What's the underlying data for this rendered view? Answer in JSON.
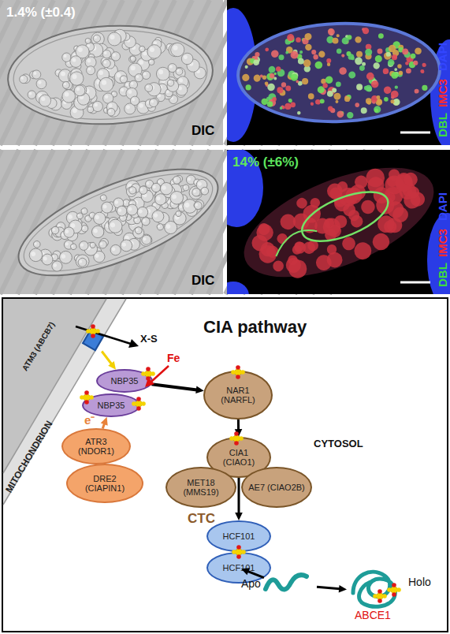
{
  "diagram": {
    "title": "CIA pathway",
    "nodes": [
      {
        "text": [
          "ATM3 (ABCB7)"
        ]
      },
      {
        "text": [
          "NBP35"
        ]
      },
      {
        "text": [
          "NBP35"
        ]
      },
      {
        "text": [
          "ATR3 (NDOR1)"
        ]
      },
      {
        "text": [
          "DRE2 (CIAPIN1)"
        ]
      },
      {
        "text": [
          "NAR1 (NARFL)"
        ]
      },
      {
        "text": [
          "CIA1 (CIAO1)"
        ]
      },
      {
        "text": [
          "MET18 (MMS19)"
        ]
      },
      {
        "text": [
          "AE7 (CIAO2B)"
        ]
      },
      {
        "text": [
          "HCF101"
        ]
      },
      {
        "text": [
          "HCF101"
        ]
      },
      {
        "text": [
          "Apo"
        ]
      },
      {
        "text": [
          "Holo",
          "ABCE1"
        ]
      }
    ],
    "edges": [
      {
        "from": 0,
        "to": 1,
        "arrow": "to"
      },
      {
        "from": 3,
        "to": 2,
        "label": "e⁻",
        "arrow": "to"
      },
      {
        "from": 1,
        "to": 5,
        "arrow": "to"
      },
      {
        "from": 5,
        "to": 6,
        "arrow": "to"
      },
      {
        "from": 6,
        "to": 9,
        "arrow": "to"
      },
      {
        "from": 10,
        "to": 11,
        "arrow": "to"
      },
      {
        "from": 11,
        "to": 12,
        "arrow": "to"
      }
    ],
    "labels": [
      "1.4% (±0.4)",
      "DIC",
      "DBL",
      "IMC3",
      "DAPI",
      "14% (±6%)",
      "DIC",
      "DBL",
      "IMC3",
      "DAPI",
      "MITOCHONDRION",
      "X-S",
      "Fe",
      "CYTOSOL",
      "CTC"
    ]
  }
}
